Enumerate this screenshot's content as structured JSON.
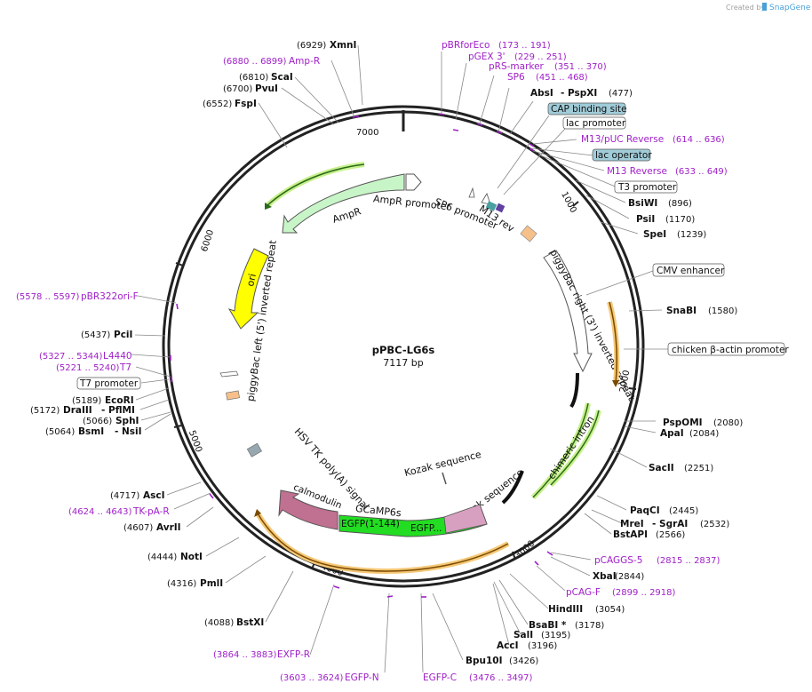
{
  "credit": {
    "prefix": "Created by",
    "brand": "SnapGene"
  },
  "plasmid": {
    "name": "pPBC-LG6s",
    "size": "7117 bp"
  },
  "ticks": [
    "1000",
    "2000",
    "3000",
    "4000",
    "5000",
    "6000",
    "7000"
  ],
  "sites": [
    {
      "name": "XmnI",
      "pos": "(6929)"
    },
    {
      "name": "ScaI",
      "pos": "(6810)"
    },
    {
      "name": "PvuI",
      "pos": "(6700)"
    },
    {
      "name": "FspI",
      "pos": "(6552)"
    },
    {
      "name": "AbsI",
      "extra": "- PspXI",
      "pos": "(477)"
    },
    {
      "name": "BsiWI",
      "pos": "(896)"
    },
    {
      "name": "PsiI",
      "pos": "(1170)"
    },
    {
      "name": "SpeI",
      "pos": "(1239)"
    },
    {
      "name": "SnaBI",
      "pos": "(1580)"
    },
    {
      "name": "PspOMI",
      "pos": "(2080)"
    },
    {
      "name": "ApaI",
      "pos": "(2084)"
    },
    {
      "name": "SacII",
      "pos": "(2251)"
    },
    {
      "name": "PaqCI",
      "pos": "(2445)"
    },
    {
      "name": "MreI",
      "extra": "- SgrAI",
      "pos": "(2532)"
    },
    {
      "name": "BstAPI",
      "pos": "(2566)"
    },
    {
      "name": "XbaI",
      "pos": "(2844)"
    },
    {
      "name": "HindIII",
      "pos": "(3054)"
    },
    {
      "name": "BsaBI *",
      "pos": "(3178)"
    },
    {
      "name": "SalI",
      "pos": "(3195)"
    },
    {
      "name": "AccI",
      "pos": "(3196)"
    },
    {
      "name": "Bpu10I",
      "pos": "(3426)"
    },
    {
      "name": "BstXI",
      "pos": "(4088)"
    },
    {
      "name": "PmlI",
      "pos": "(4316)"
    },
    {
      "name": "NotI",
      "pos": "(4444)"
    },
    {
      "name": "AvrII",
      "pos": "(4607)"
    },
    {
      "name": "AscI",
      "pos": "(4717)"
    },
    {
      "name": "BsmI",
      "extra": "- NsiI",
      "pos": "(5064)"
    },
    {
      "name": "SphI",
      "pos": "(5066)"
    },
    {
      "name": "DraIII",
      "extra": "- PflMI",
      "pos": "(5172)"
    },
    {
      "name": "EcoRI",
      "pos": "(5189)"
    },
    {
      "name": "PciI",
      "pos": "(5437)"
    }
  ],
  "primers": [
    {
      "name": "Amp-R",
      "pos": "(6880 .. 6899)"
    },
    {
      "name": "pBRforEco",
      "pos": "(173 .. 191)"
    },
    {
      "name": "pGEX 3'",
      "pos": "(229 .. 251)"
    },
    {
      "name": "pRS-marker",
      "pos": "(351 .. 370)"
    },
    {
      "name": "SP6",
      "pos": "(451 .. 468)"
    },
    {
      "name": "M13/pUC Reverse",
      "pos": "(614 .. 636)"
    },
    {
      "name": "M13 Reverse",
      "pos": "(633 .. 649)"
    },
    {
      "name": "pCAGGS-5",
      "pos": "(2815 .. 2837)"
    },
    {
      "name": "pCAG-F",
      "pos": "(2899 .. 2918)"
    },
    {
      "name": "EGFP-C",
      "pos": "(3476 .. 3497)"
    },
    {
      "name": "EGFP-N",
      "pos": "(3603 .. 3624)"
    },
    {
      "name": "EXFP-R",
      "pos": "(3864 .. 3883)"
    },
    {
      "name": "TK-pA-R",
      "pos": "(4624 .. 4643)"
    },
    {
      "name": "T7",
      "pos": "(5221 .. 5240)"
    },
    {
      "name": "L4440",
      "pos": "(5327 .. 5344)"
    },
    {
      "name": "pBR322ori-F",
      "pos": "(5578 .. 5597)"
    }
  ],
  "boxed": [
    {
      "name": "CAP binding site"
    },
    {
      "name": "lac promoter"
    },
    {
      "name": "lac operator"
    },
    {
      "name": "T3 promoter"
    },
    {
      "name": "CMV enhancer"
    },
    {
      "name": "chicken β-actin promoter"
    },
    {
      "name": "T7 promoter"
    }
  ],
  "features": [
    {
      "name": "AmpR"
    },
    {
      "name": "AmpR promoter"
    },
    {
      "name": "SP6 promoter"
    },
    {
      "name": "M13 rev"
    },
    {
      "name": "piggyBac right (3') inverted repeat"
    },
    {
      "name": "chimeric intron"
    },
    {
      "name": "Kozak sequence"
    },
    {
      "name": "Kozak sequence"
    },
    {
      "name": "GCaMP6s"
    },
    {
      "name": "EGFP(1-144)"
    },
    {
      "name": "EGFP..."
    },
    {
      "name": "calmodulin"
    },
    {
      "name": "HSV TK poly(A) signal"
    },
    {
      "name": "piggyBac left (5') inverted repeat"
    },
    {
      "name": "ori"
    }
  ],
  "colors": {
    "primer": "#a020c8",
    "ampr": "#c8f5c8",
    "ori": "#ffff00",
    "egfp": "#22dd22",
    "calmodulin": "#c07090",
    "orange_halo": "#f5c878",
    "green_halo": "#c8f08c",
    "box_blue": "#a0ccd8"
  }
}
